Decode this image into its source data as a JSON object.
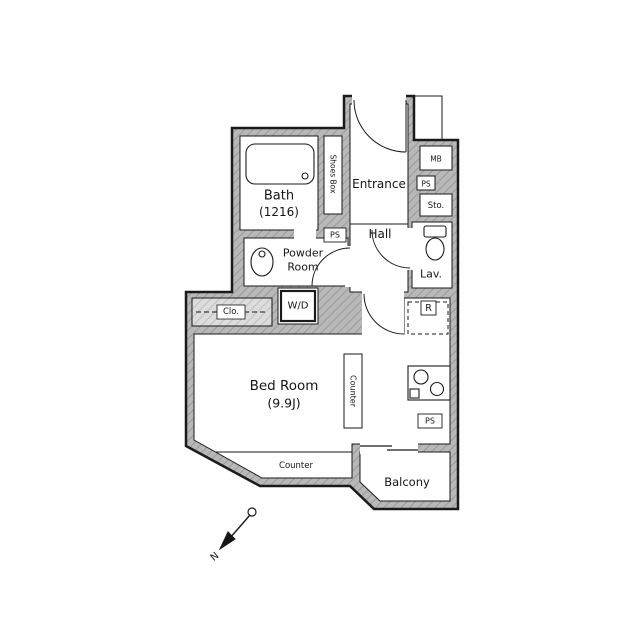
{
  "floorplan": {
    "bath": {
      "label": "Bath",
      "size": "(1216)"
    },
    "shoes_box": {
      "label": "Shoes Box"
    },
    "entrance": {
      "label": "Entrance"
    },
    "hall": {
      "label": "Hall"
    },
    "meter_box": {
      "label": "MB"
    },
    "pipe_space_top": {
      "label": "PS"
    },
    "pipe_space_mid": {
      "label": "PS"
    },
    "pipe_space_bottom": {
      "label": "PS"
    },
    "storage": {
      "label": "Sto."
    },
    "lavatory": {
      "label": "Lav."
    },
    "powder_room": {
      "label_line1": "Powder",
      "label_line2": "Room"
    },
    "washer_dryer": {
      "label": "W/D"
    },
    "closet": {
      "label": "Clo."
    },
    "bedroom": {
      "label": "Bed Room",
      "size": "(9.9J)"
    },
    "kitchen_counter": {
      "label": "Counter"
    },
    "refrigerator": {
      "label": "R"
    },
    "bottom_counter": {
      "label": "Counter"
    },
    "balcony": {
      "label": "Balcony"
    },
    "compass": {
      "label": "N"
    }
  },
  "colors": {
    "wall": "#b8b8b8",
    "wall_hatch": "#9a9a9a",
    "outline": "#1a1a1a",
    "closet_fill": "#dcdcdc",
    "closet_hatch": "#c0c0c0"
  }
}
